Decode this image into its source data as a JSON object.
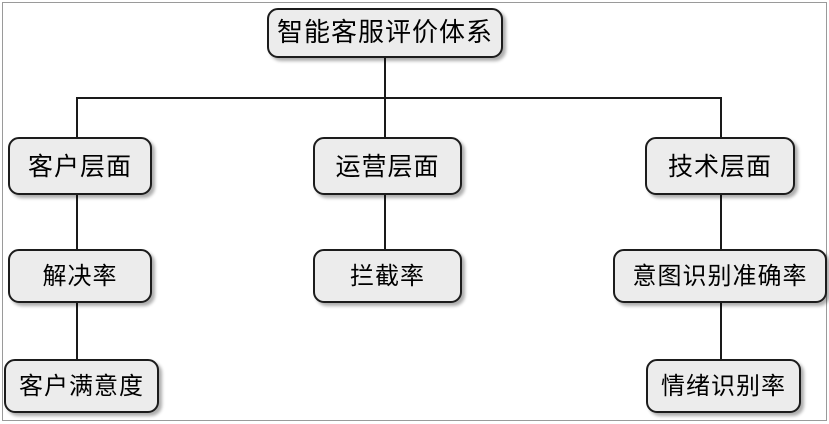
{
  "diagram": {
    "title": "智能客服评价体系",
    "type": "tree",
    "root": {
      "id": "root",
      "label": "智能客服评价体系"
    },
    "branches": [
      {
        "id": "customer",
        "label": "客户层面",
        "children": [
          {
            "id": "resolution-rate",
            "label": "解决率"
          },
          {
            "id": "customer-satisfaction",
            "label": "客户满意度"
          }
        ]
      },
      {
        "id": "operations",
        "label": "运营层面",
        "children": [
          {
            "id": "interception-rate",
            "label": "拦截率"
          }
        ]
      },
      {
        "id": "technology",
        "label": "技术层面",
        "children": [
          {
            "id": "intent-recognition-accuracy",
            "label": "意图识别准确率"
          },
          {
            "id": "emotion-recognition-rate",
            "label": "情绪识别率"
          }
        ]
      }
    ],
    "style": {
      "node_fill": "#ececec",
      "node_border": "#1c1c1c",
      "line_color": "#1a1a1a",
      "canvas_background": "#ffffff",
      "frame_border": "#9a9a9a"
    }
  }
}
